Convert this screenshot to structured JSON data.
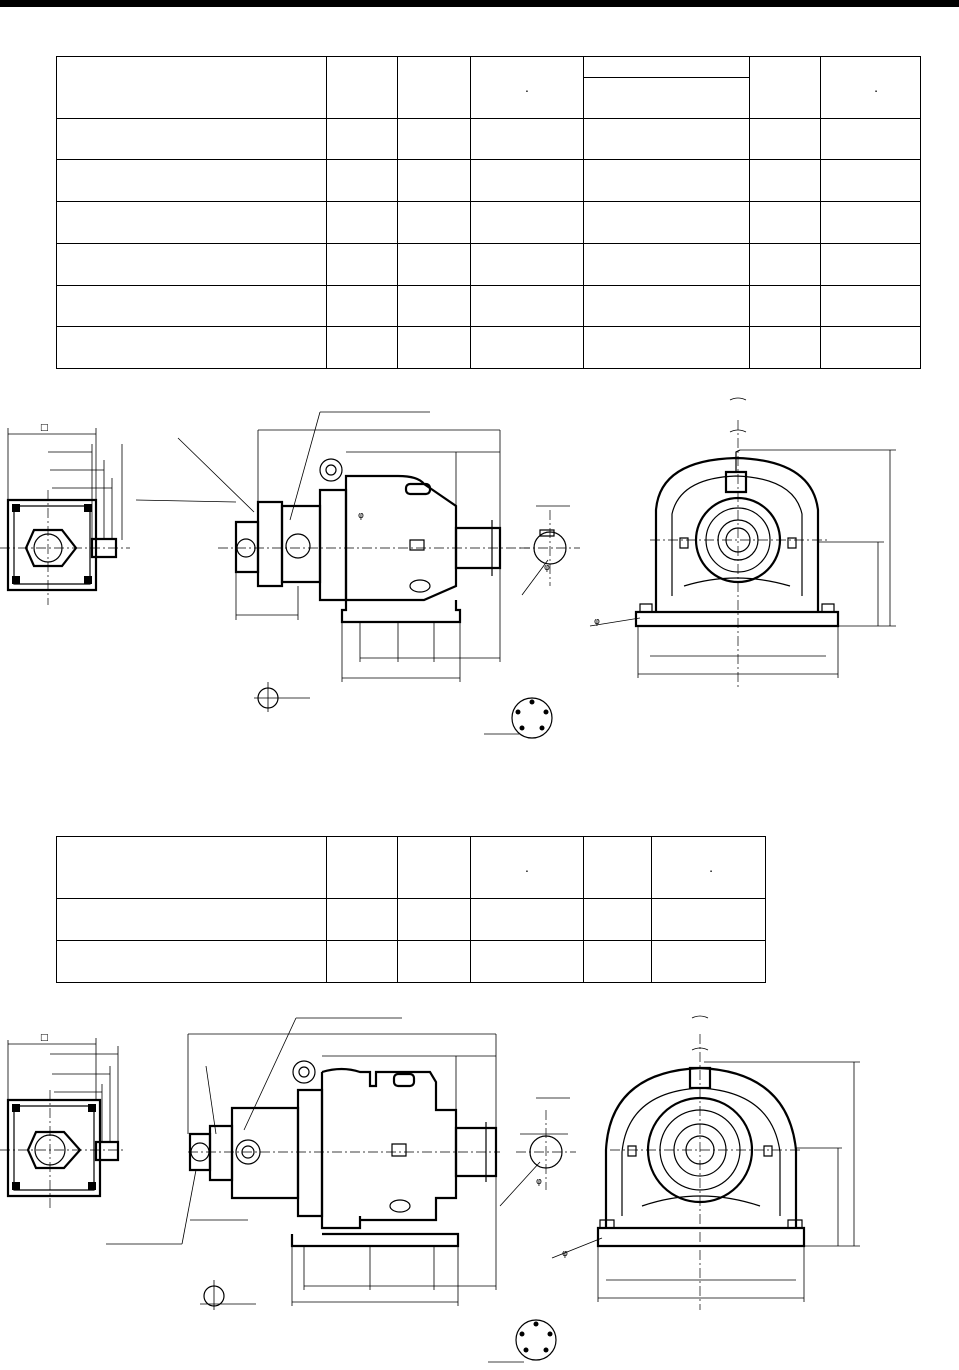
{
  "glyphs": {
    "square": "□",
    "phi": "φ",
    "dot": "."
  },
  "tables": {
    "upper": {
      "rows": 7,
      "cols": 7
    },
    "lower": {
      "rows": 3,
      "cols": 6
    }
  }
}
